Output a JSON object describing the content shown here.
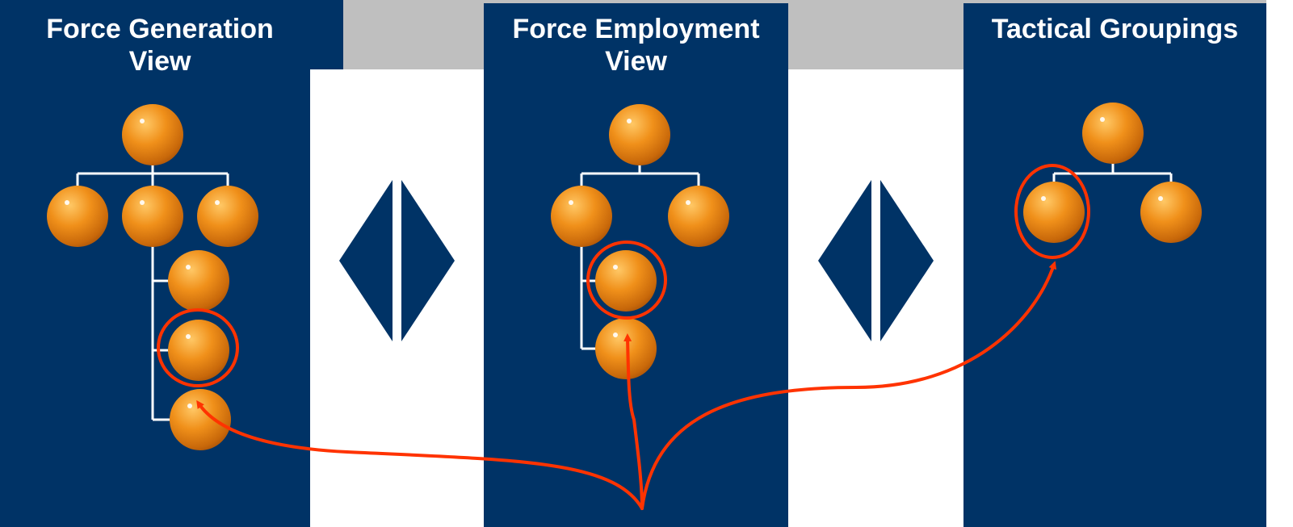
{
  "colors": {
    "panel": "#003366",
    "band": "#bfbfbf",
    "node_light": "#ffbe55",
    "node_mid": "#ec8a10",
    "node_dark": "#a85208",
    "connector": "#ffffff",
    "highlight": "#ff3300",
    "separator_shape": "#003366"
  },
  "panels": [
    {
      "id": "force-generation",
      "title_line1": "Force Generation",
      "title_line2": "View"
    },
    {
      "id": "force-employment",
      "title_line1": "Force Employment",
      "title_line2": "View"
    },
    {
      "id": "tactical-groupings",
      "title_line1": "Tactical Groupings",
      "title_line2": ""
    }
  ],
  "separators": [
    {
      "id": "separator-1",
      "icon": "diamond-split-icon"
    },
    {
      "id": "separator-2",
      "icon": "diamond-split-icon"
    }
  ],
  "node_icon": "orange-sphere-icon",
  "highlight_icon": "red-ellipse-highlight"
}
